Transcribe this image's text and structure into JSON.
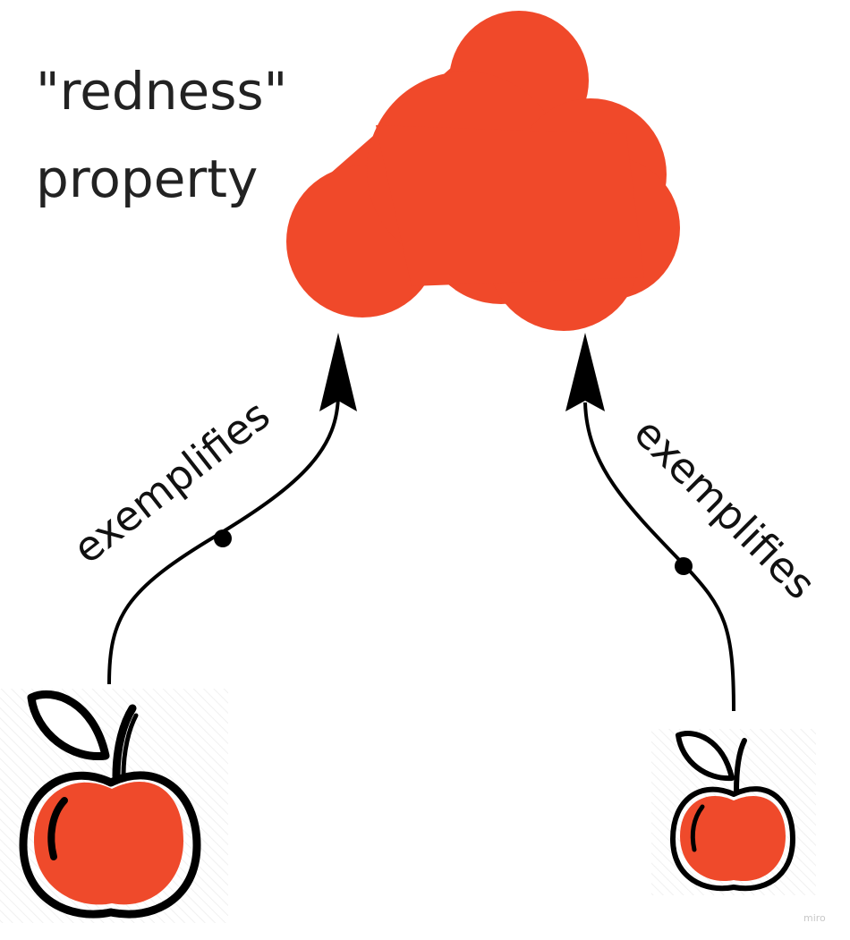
{
  "node": {
    "title_line1": "\"redness\"",
    "title_line2": "property"
  },
  "edges": {
    "left_label": "exemplifies",
    "right_label": "exemplifies"
  },
  "watermark": "miro",
  "colors": {
    "blob": "#f0492a",
    "apple_fill": "#ef4a2b",
    "stroke": "#000000",
    "text": "#222222"
  },
  "icons": {
    "property_shape": "red-cloud-blob",
    "instance_left": "apple-icon",
    "instance_right": "apple-icon"
  }
}
